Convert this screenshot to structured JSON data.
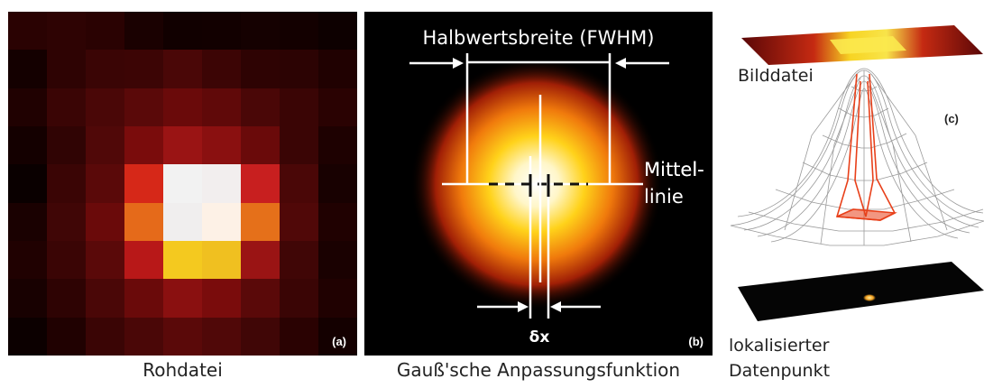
{
  "panel_a": {
    "tag": "(a)",
    "caption": "Rohdatei",
    "pixels": [
      [
        "#2a0202",
        "#2e0303",
        "#2a0202",
        "#1a0101",
        "#110000",
        "#120000",
        "#150101",
        "#130000",
        "#0d0000"
      ],
      [
        "#140000",
        "#2e0303",
        "#3a0505",
        "#3c0505",
        "#4a0707",
        "#3c0505",
        "#2e0303",
        "#2c0303",
        "#200101"
      ],
      [
        "#200101",
        "#3a0505",
        "#4a0707",
        "#5a0909",
        "#6a0a0a",
        "#600909",
        "#4a0707",
        "#3a0505",
        "#2a0202"
      ],
      [
        "#140000",
        "#300404",
        "#500808",
        "#7a0c0c",
        "#9a1414",
        "#8a1010",
        "#6a0a0a",
        "#3a0505",
        "#1e0101"
      ],
      [
        "#0a0000",
        "#3a0505",
        "#5a0909",
        "#d62818",
        "#f2f2f2",
        "#f2eeee",
        "#c81f1f",
        "#4a0707",
        "#180101"
      ],
      [
        "#1a0101",
        "#400606",
        "#6a0a0a",
        "#e56a1a",
        "#f0eeee",
        "#fdf1e6",
        "#e5701a",
        "#500808",
        "#200101"
      ],
      [
        "#200101",
        "#3a0505",
        "#5a0909",
        "#b81818",
        "#f4c91f",
        "#f0c020",
        "#9a1414",
        "#400606",
        "#1a0101"
      ],
      [
        "#180101",
        "#2e0303",
        "#4a0707",
        "#6a0a0a",
        "#8a1010",
        "#7a0c0c",
        "#5a0909",
        "#3a0505",
        "#200101"
      ],
      [
        "#0c0000",
        "#200101",
        "#3a0505",
        "#4a0707",
        "#5a0909",
        "#500808",
        "#400606",
        "#2a0202",
        "#140000"
      ]
    ]
  },
  "panel_b": {
    "tag": "(b)",
    "caption": "Gauß'sche Anpassungsfunktion",
    "fwhm_label": "Halbwertsbreite (FWHM)",
    "center_label_1": "Mittel-",
    "center_label_2": "linie",
    "delta_label": "δx"
  },
  "panel_c": {
    "tag": "(c)",
    "top_label": "Bilddatei",
    "bottom_label_1": "lokalisierter",
    "bottom_label_2": "Datenpunkt"
  }
}
